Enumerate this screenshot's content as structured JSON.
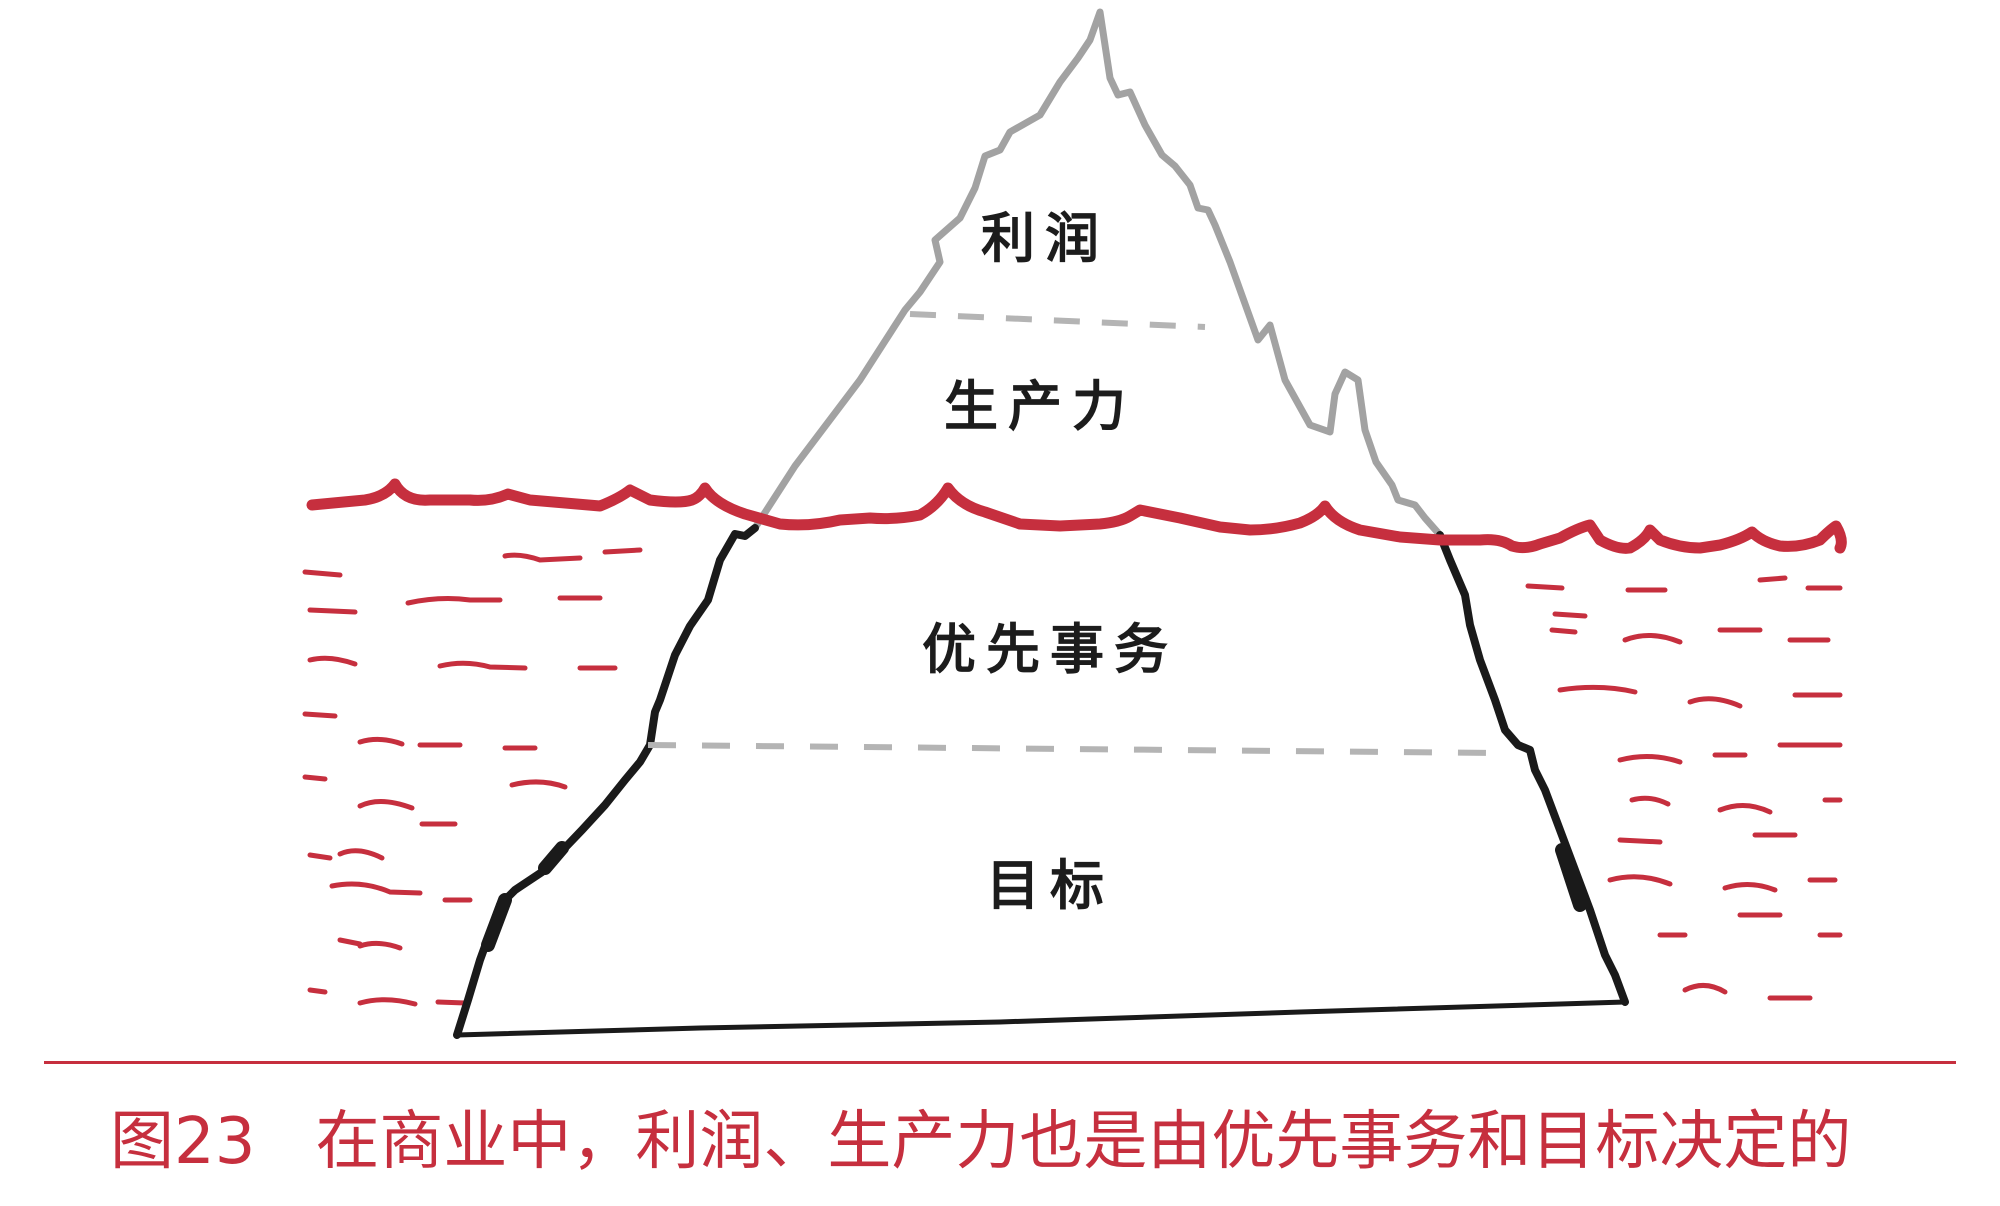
{
  "diagram": {
    "layers": {
      "profit": "利润",
      "productivity": "生产力",
      "priorities": "优先事务",
      "goals": "目标"
    },
    "colors": {
      "water": "#c62f3e",
      "ice_above": "#a2a2a2",
      "ice_below": "#1a1a1a",
      "divider": "#b4b4b4"
    }
  },
  "caption": {
    "figure_number": "图23",
    "text": "在商业中，利润、生产力也是由优先事务和目标决定的"
  }
}
